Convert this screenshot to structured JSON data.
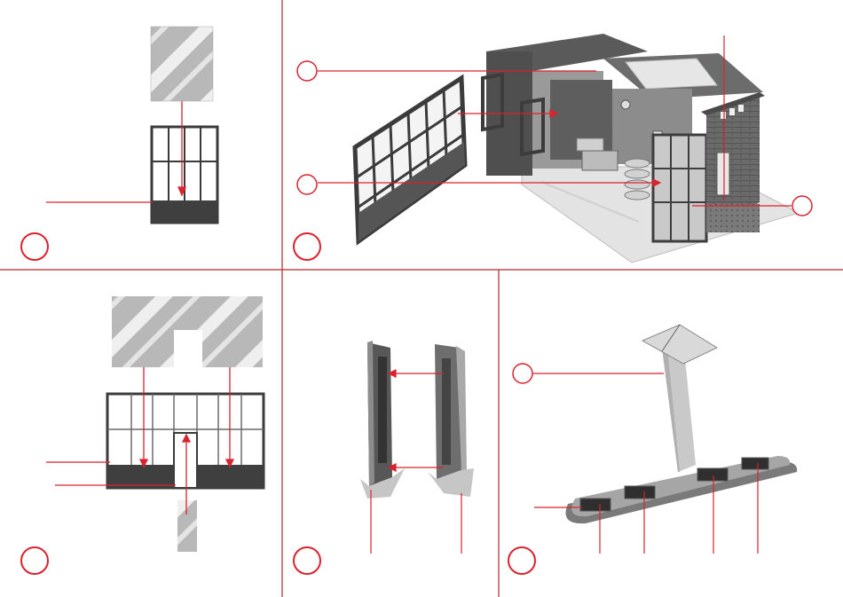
{
  "document": {
    "type": "assembly-instructions",
    "accent_color": "#d9232e",
    "divider_color": "#b5262f",
    "part_gray_dark": "#4d4d4d",
    "part_gray_mid": "#8a8a8a",
    "part_gray_light": "#d4d4d4",
    "glass_pattern": "diagonal-stripes",
    "panels": [
      {
        "id": "panel-1",
        "content": "window-pane-insert",
        "callouts": 1,
        "badge_label": ""
      },
      {
        "id": "panel-2",
        "content": "building-assembly-overview",
        "callouts": 3,
        "badge_label": ""
      },
      {
        "id": "panel-3",
        "content": "door-window-front-insert",
        "callouts": 2,
        "badge_label": ""
      },
      {
        "id": "panel-4",
        "content": "side-posts-pair",
        "callouts": 2,
        "badge_label": ""
      },
      {
        "id": "panel-5",
        "content": "sign-post-with-base",
        "callouts": 6,
        "badge_label": ""
      }
    ]
  }
}
